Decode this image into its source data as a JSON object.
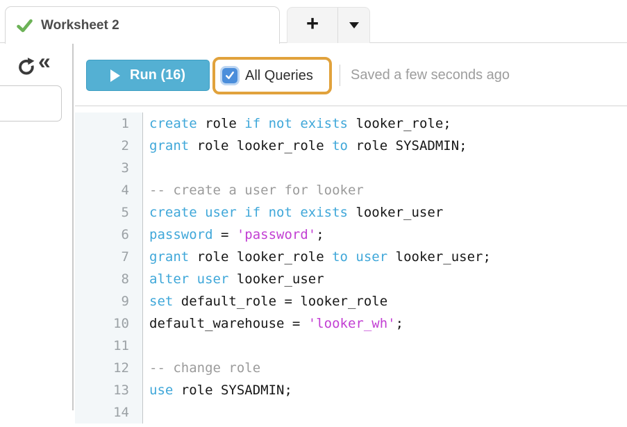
{
  "tab_bar": {
    "active_tab_label": "Worksheet 2",
    "new_tab_label": "+"
  },
  "toolbar": {
    "run_label": "Run (16)",
    "all_queries_label": "All Queries",
    "all_queries_checked": true,
    "saved_status": "Saved a few seconds ago"
  },
  "editor": {
    "lines": [
      {
        "number": "1",
        "tokens": [
          [
            "create",
            "kw"
          ],
          [
            " role ",
            "pl"
          ],
          [
            "if not exists",
            "kw"
          ],
          [
            " looker_role;",
            "pl"
          ]
        ]
      },
      {
        "number": "2",
        "tokens": [
          [
            "grant",
            "kw"
          ],
          [
            " role looker_role ",
            "pl"
          ],
          [
            "to",
            "kw"
          ],
          [
            " role SYSADMIN;",
            "pl"
          ]
        ]
      },
      {
        "number": "3",
        "tokens": []
      },
      {
        "number": "4",
        "tokens": [
          [
            "-- create a user for looker",
            "com"
          ]
        ]
      },
      {
        "number": "5",
        "tokens": [
          [
            "create user if not exists",
            "kw"
          ],
          [
            " looker_user",
            "pl"
          ]
        ]
      },
      {
        "number": "6",
        "tokens": [
          [
            "password",
            "kw"
          ],
          [
            " = ",
            "pl"
          ],
          [
            "'password'",
            "str"
          ],
          [
            ";",
            "pl"
          ]
        ]
      },
      {
        "number": "7",
        "tokens": [
          [
            "grant",
            "kw"
          ],
          [
            " role looker_role ",
            "pl"
          ],
          [
            "to user",
            "kw"
          ],
          [
            " looker_user;",
            "pl"
          ]
        ]
      },
      {
        "number": "8",
        "tokens": [
          [
            "alter user",
            "kw"
          ],
          [
            " looker_user",
            "pl"
          ]
        ]
      },
      {
        "number": "9",
        "tokens": [
          [
            "set",
            "kw"
          ],
          [
            " default_role = looker_role",
            "pl"
          ]
        ]
      },
      {
        "number": "10",
        "tokens": [
          [
            "default_warehouse = ",
            "pl"
          ],
          [
            "'looker_wh'",
            "str"
          ],
          [
            ";",
            "pl"
          ]
        ]
      },
      {
        "number": "11",
        "tokens": []
      },
      {
        "number": "12",
        "tokens": [
          [
            "-- change role",
            "com"
          ]
        ]
      },
      {
        "number": "13",
        "tokens": [
          [
            "use",
            "kw"
          ],
          [
            " role SYSADMIN;",
            "pl"
          ]
        ]
      },
      {
        "number": "14",
        "tokens": []
      }
    ]
  },
  "colors": {
    "run_button": "#54b0d3",
    "annotation_border": "#e1a23c",
    "checkbox_blue": "#4b8edb",
    "keyword_blue": "#3fa7d9",
    "string_magenta": "#c23fd3",
    "comment_gray": "#9b9b9b",
    "tab_check_green": "#6cb257"
  }
}
